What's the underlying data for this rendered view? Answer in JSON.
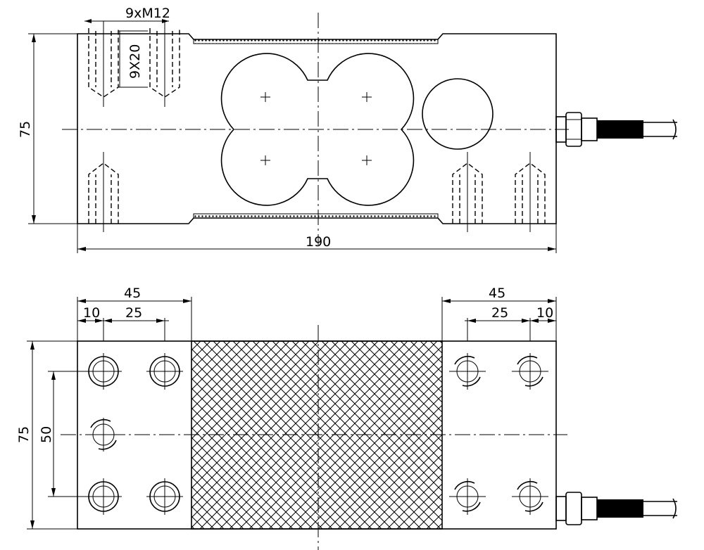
{
  "top_view": {
    "thread_label": "9xM12",
    "depth_label": "9X20",
    "height_dim": "75",
    "length_dim": "190"
  },
  "bottom_view": {
    "left_width_dim": "45",
    "left_edge_dim": "10",
    "left_spacing_dim": "25",
    "right_width_dim": "45",
    "right_spacing_dim": "25",
    "right_edge_dim": "10",
    "height_dim": "75",
    "hole_spacing_dim": "50"
  }
}
